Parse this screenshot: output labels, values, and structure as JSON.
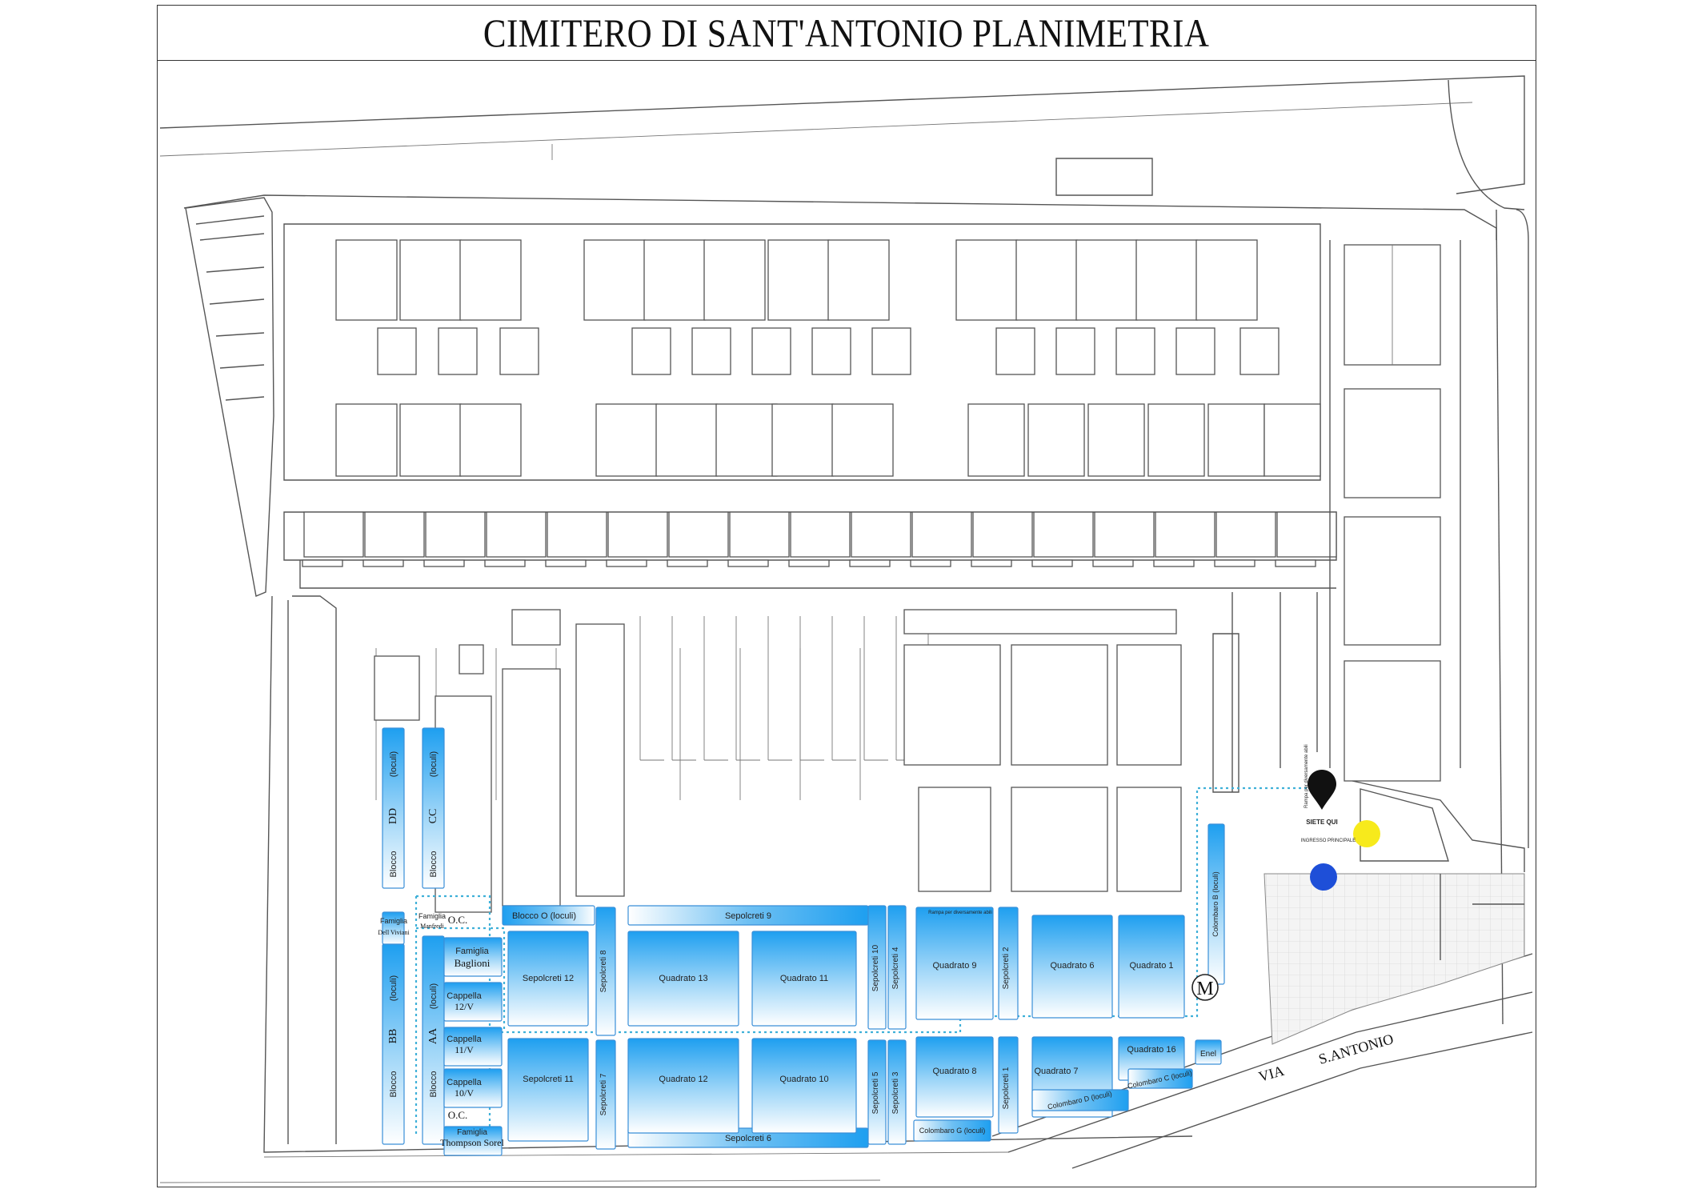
{
  "title": "CIMITERO DI SANT'ANTONIO PLANIMETRIA",
  "colors": {
    "accent_blue": "#1e9ff0",
    "marker_yellow": "#f7ea1c",
    "marker_blue": "#1e4fd8",
    "line": "#555555"
  },
  "you_are_here": "SIETE QUI",
  "entrance_label": "INGRESSO PRINCIPALE",
  "ramp_label": "Rampa per diversamente abili",
  "street": [
    "VIA",
    "S.ANTONIO"
  ],
  "elevator": "M",
  "columns": [
    {
      "letters": "DD",
      "locu": "(loculi)",
      "blocco": "Blocco"
    },
    {
      "letters": "CC",
      "locu": "(loculi)",
      "blocco": "Blocco"
    },
    {
      "letters": "BB",
      "locu": "(loculi)",
      "blocco": "Blocco"
    },
    {
      "letters": "AA",
      "locu": "(loculi)",
      "blocco": "Blocco"
    }
  ],
  "famiglie": [
    {
      "prefix": "Famiglia",
      "name": "Dell Viviani"
    },
    {
      "prefix": "Famiglia",
      "name": "Manfredi"
    },
    {
      "prefix": "Famiglia",
      "name": "Baglioni"
    },
    {
      "prefix": "Famiglia",
      "name": "Thompson Sorel"
    }
  ],
  "oc": [
    "O.C.",
    "O.C."
  ],
  "cappelle": [
    {
      "label": "Cappella",
      "num": "12/V"
    },
    {
      "label": "Cappella",
      "num": "11/V"
    },
    {
      "label": "Cappella",
      "num": "10/V"
    }
  ],
  "blocco_o": {
    "label": "Blocco",
    "letter": "O",
    "sub": "(loculi)"
  },
  "sepolcreti": {
    "s9": "Sepolcreti 9",
    "s6": "Sepolcreti 6",
    "s8": "Sepolcreti 8",
    "s7": "Sepolcreti 7",
    "s12": "Sepolcreti 12",
    "s11": "Sepolcreti 11",
    "s10": "Sepolcreti 10",
    "s5": "Sepolcreti 5",
    "s4": "Sepolcreti 4",
    "s3": "Sepolcreti 3",
    "s2": "Sepolcreti 2",
    "s1": "Sepolcreti 1"
  },
  "quadrati": {
    "q13": "Quadrato 13",
    "q11": "Quadrato 11",
    "q12": "Quadrato 12",
    "q10": "Quadrato 10",
    "q9": "Quadrato 9",
    "q6": "Quadrato 6",
    "q1": "Quadrato 1",
    "q8": "Quadrato 8",
    "q7": "Quadrato 7",
    "q16": "Quadrato 16"
  },
  "colombari": {
    "b": "Colombaro B (loculi)",
    "c": "Colombaro C (loculi)",
    "d": "Colombaro D (loculi)",
    "g": "Colombaro G (loculi)"
  },
  "enel": "Enel"
}
